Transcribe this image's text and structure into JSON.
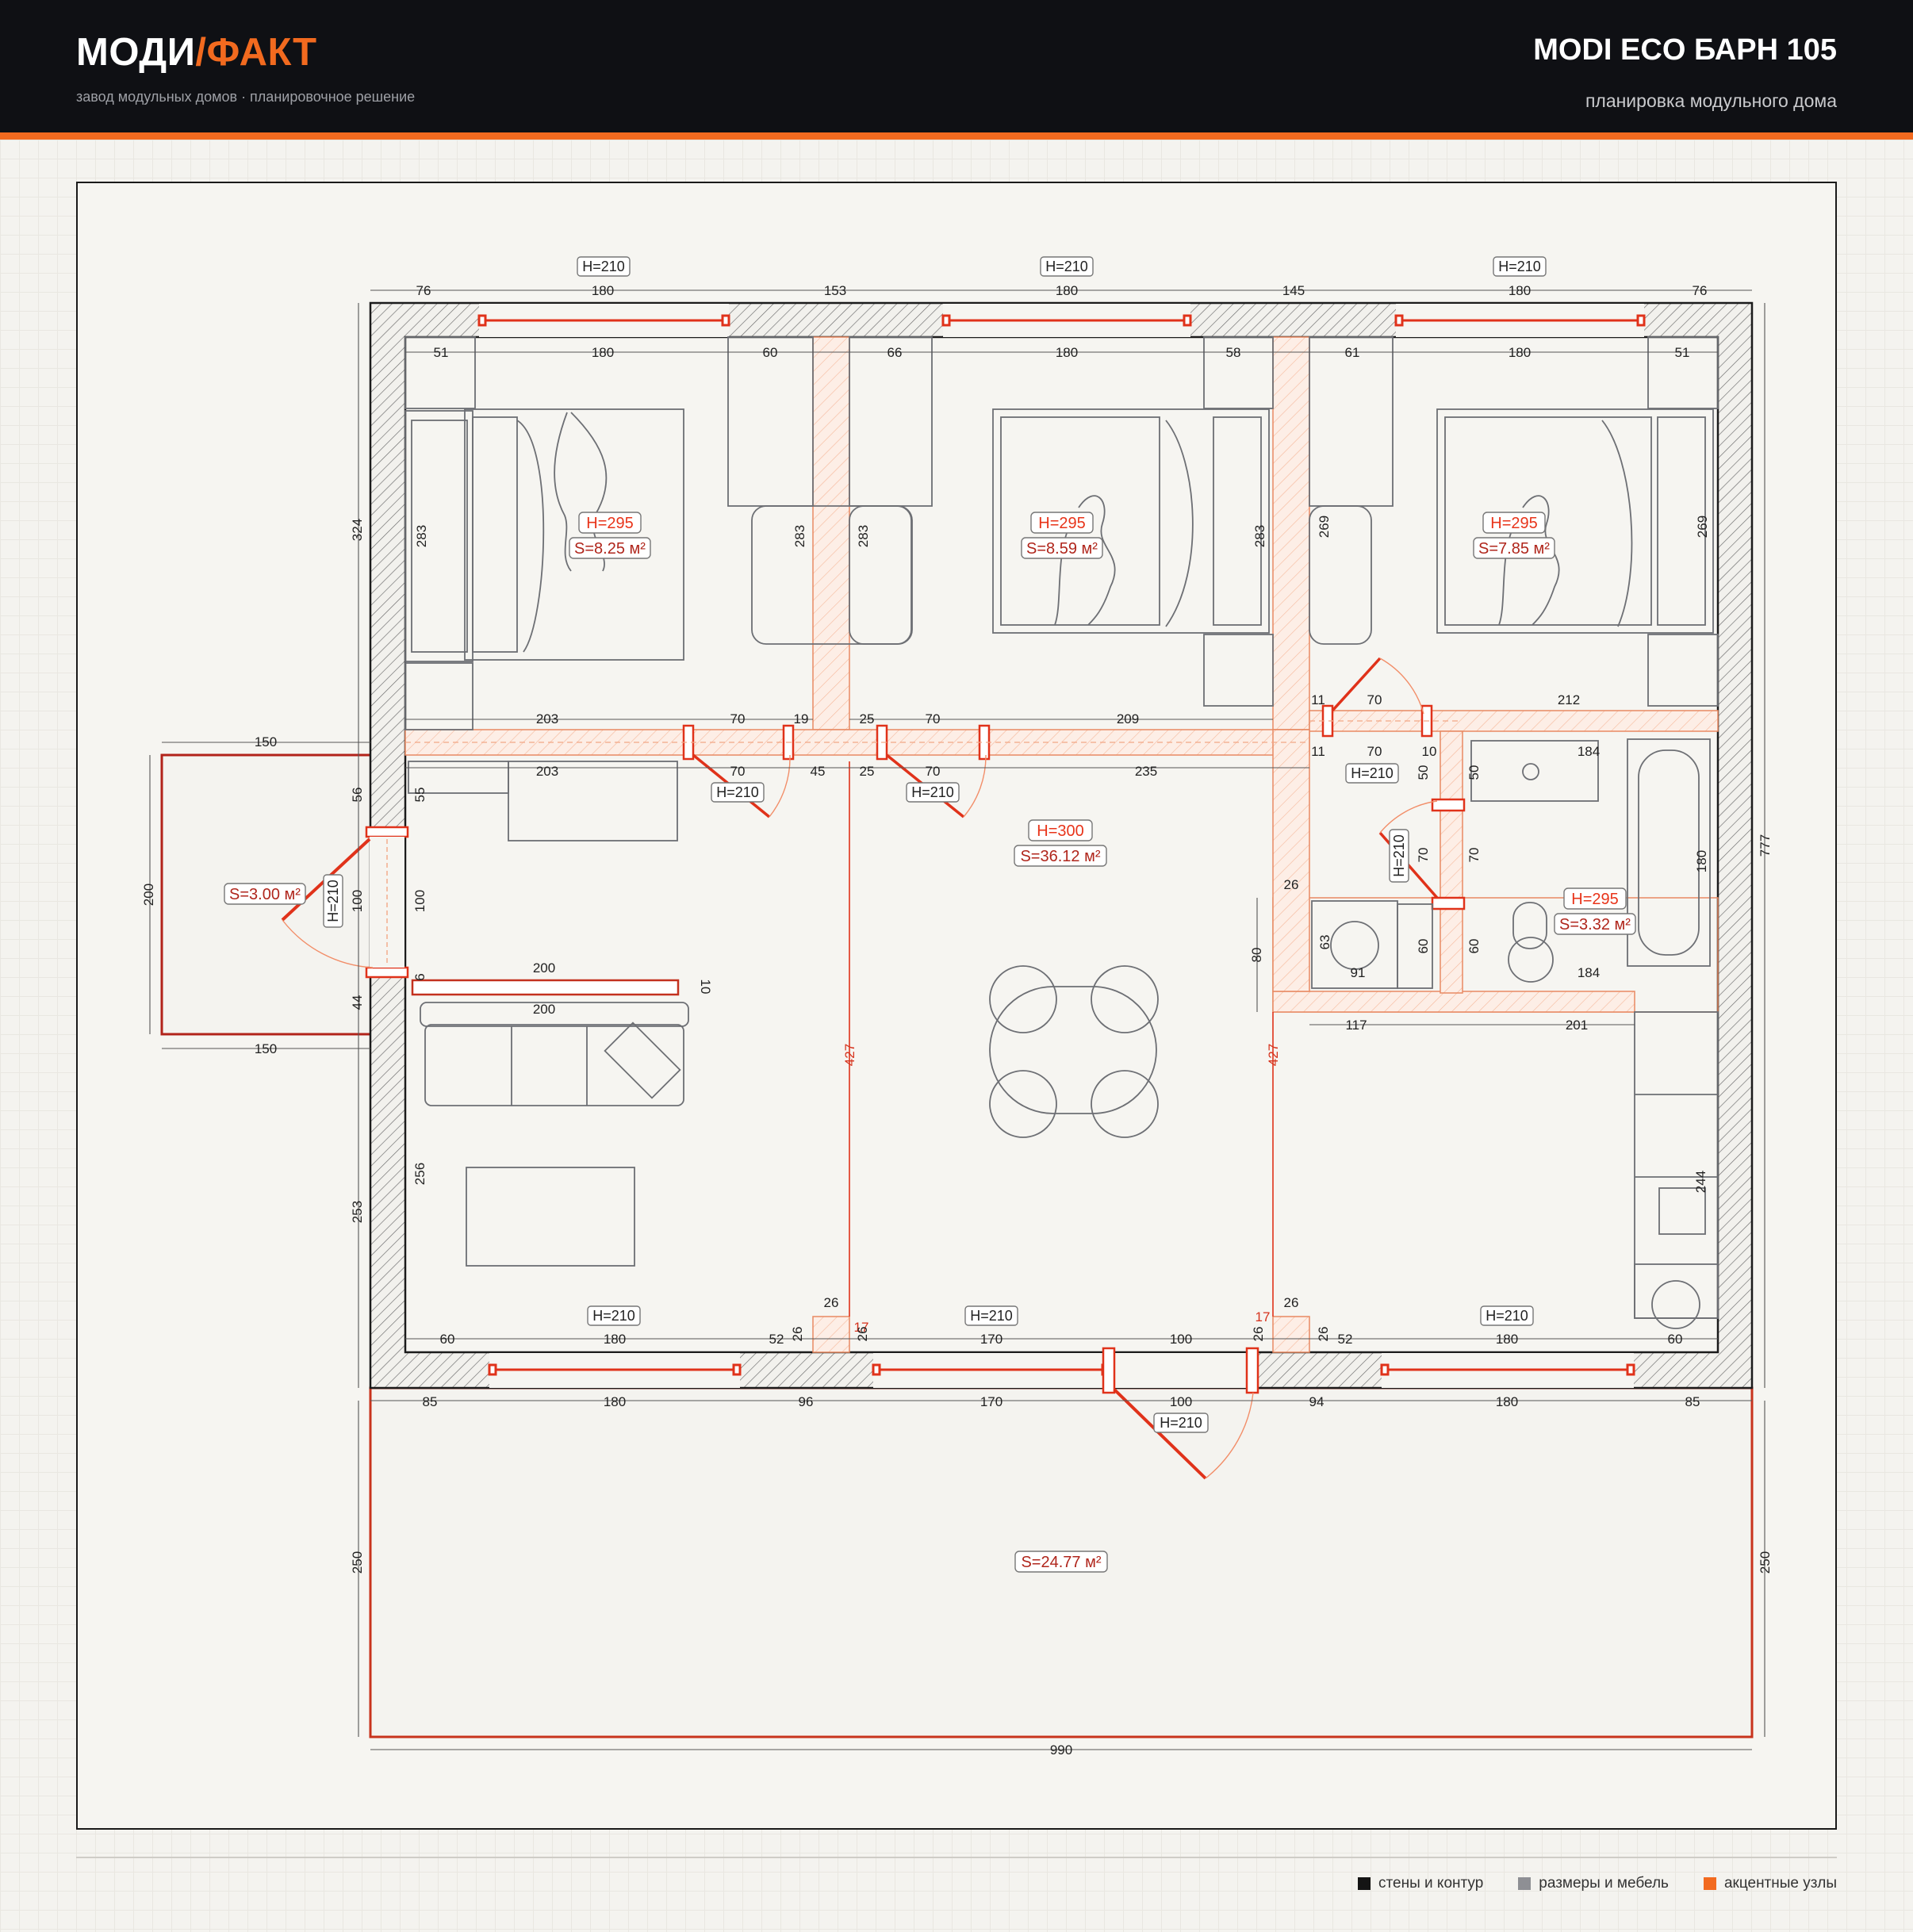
{
  "header": {
    "logo_main": "МОДИ",
    "logo_slash": "/",
    "logo_accent": "ФАКТ",
    "tagline": "завод модульных домов · планировочное решение",
    "product": "MODI ECO БАРН 105",
    "subtitle": "планировка модульного дома"
  },
  "legend": [
    {
      "label": "стены и контур",
      "color": "#141414"
    },
    {
      "label": "размеры и мебель",
      "color": "#8e8f94"
    },
    {
      "label": "акцентные узлы",
      "color": "#f26a1f"
    }
  ],
  "rooms": [
    {
      "height": "H=295",
      "area": "S=8.25 м²"
    },
    {
      "height": "H=295",
      "area": "S=8.59 м²"
    },
    {
      "height": "H=295",
      "area": "S=7.85 м²"
    },
    {
      "height": "H=300",
      "area": "S=36.12 м²"
    },
    {
      "height": "H=295",
      "area": "S=3.32 м²"
    },
    {
      "area": "S=3.00 м²"
    },
    {
      "area": "S=24.77 м²"
    }
  ],
  "opening_tags": {
    "top": [
      "H=210",
      "H=210",
      "H=210"
    ],
    "doors": [
      "H=210",
      "H=210",
      "H=210",
      "H=210",
      "H=210"
    ],
    "bottom": [
      "H=210",
      "H=210",
      "H=210"
    ]
  },
  "dims": {
    "top_outer": [
      "76",
      "180",
      "153",
      "180",
      "145",
      "180",
      "76"
    ],
    "top_inner": [
      "51",
      "180",
      "60",
      "66",
      "180",
      "58",
      "61",
      "180",
      "51"
    ],
    "bedroom_vertical": [
      "283",
      "283",
      "283",
      "283",
      "269",
      "269"
    ],
    "bedroom_bottom": [
      "203",
      "70",
      "19",
      "25",
      "70",
      "209",
      "11",
      "70",
      "212"
    ],
    "corridor": [
      "203",
      "70",
      "45",
      "25",
      "70",
      "235",
      "11",
      "70",
      "10",
      "184"
    ],
    "left": [
      "324",
      "56",
      "55",
      "100",
      "100",
      "44",
      "6",
      "253",
      "256"
    ],
    "terrace_small": [
      "150",
      "200",
      "150"
    ],
    "sofa": [
      "200",
      "200",
      "10"
    ],
    "bath": [
      "50",
      "50",
      "70",
      "70",
      "180",
      "26",
      "63",
      "60",
      "60",
      "80",
      "91",
      "184",
      "117",
      "201",
      "244"
    ],
    "hall": [
      "427",
      "427",
      "777"
    ],
    "wall_stubs": [
      "26",
      "26",
      "26",
      "17",
      "26",
      "17",
      "26",
      "26",
      "26"
    ],
    "bottom_inner": [
      "60",
      "180",
      "52",
      "170",
      "100",
      "52",
      "180",
      "60"
    ],
    "bottom_outer": [
      "85",
      "180",
      "96",
      "170",
      "100",
      "94",
      "180",
      "85"
    ],
    "terrace": [
      "250",
      "250",
      "990"
    ]
  }
}
